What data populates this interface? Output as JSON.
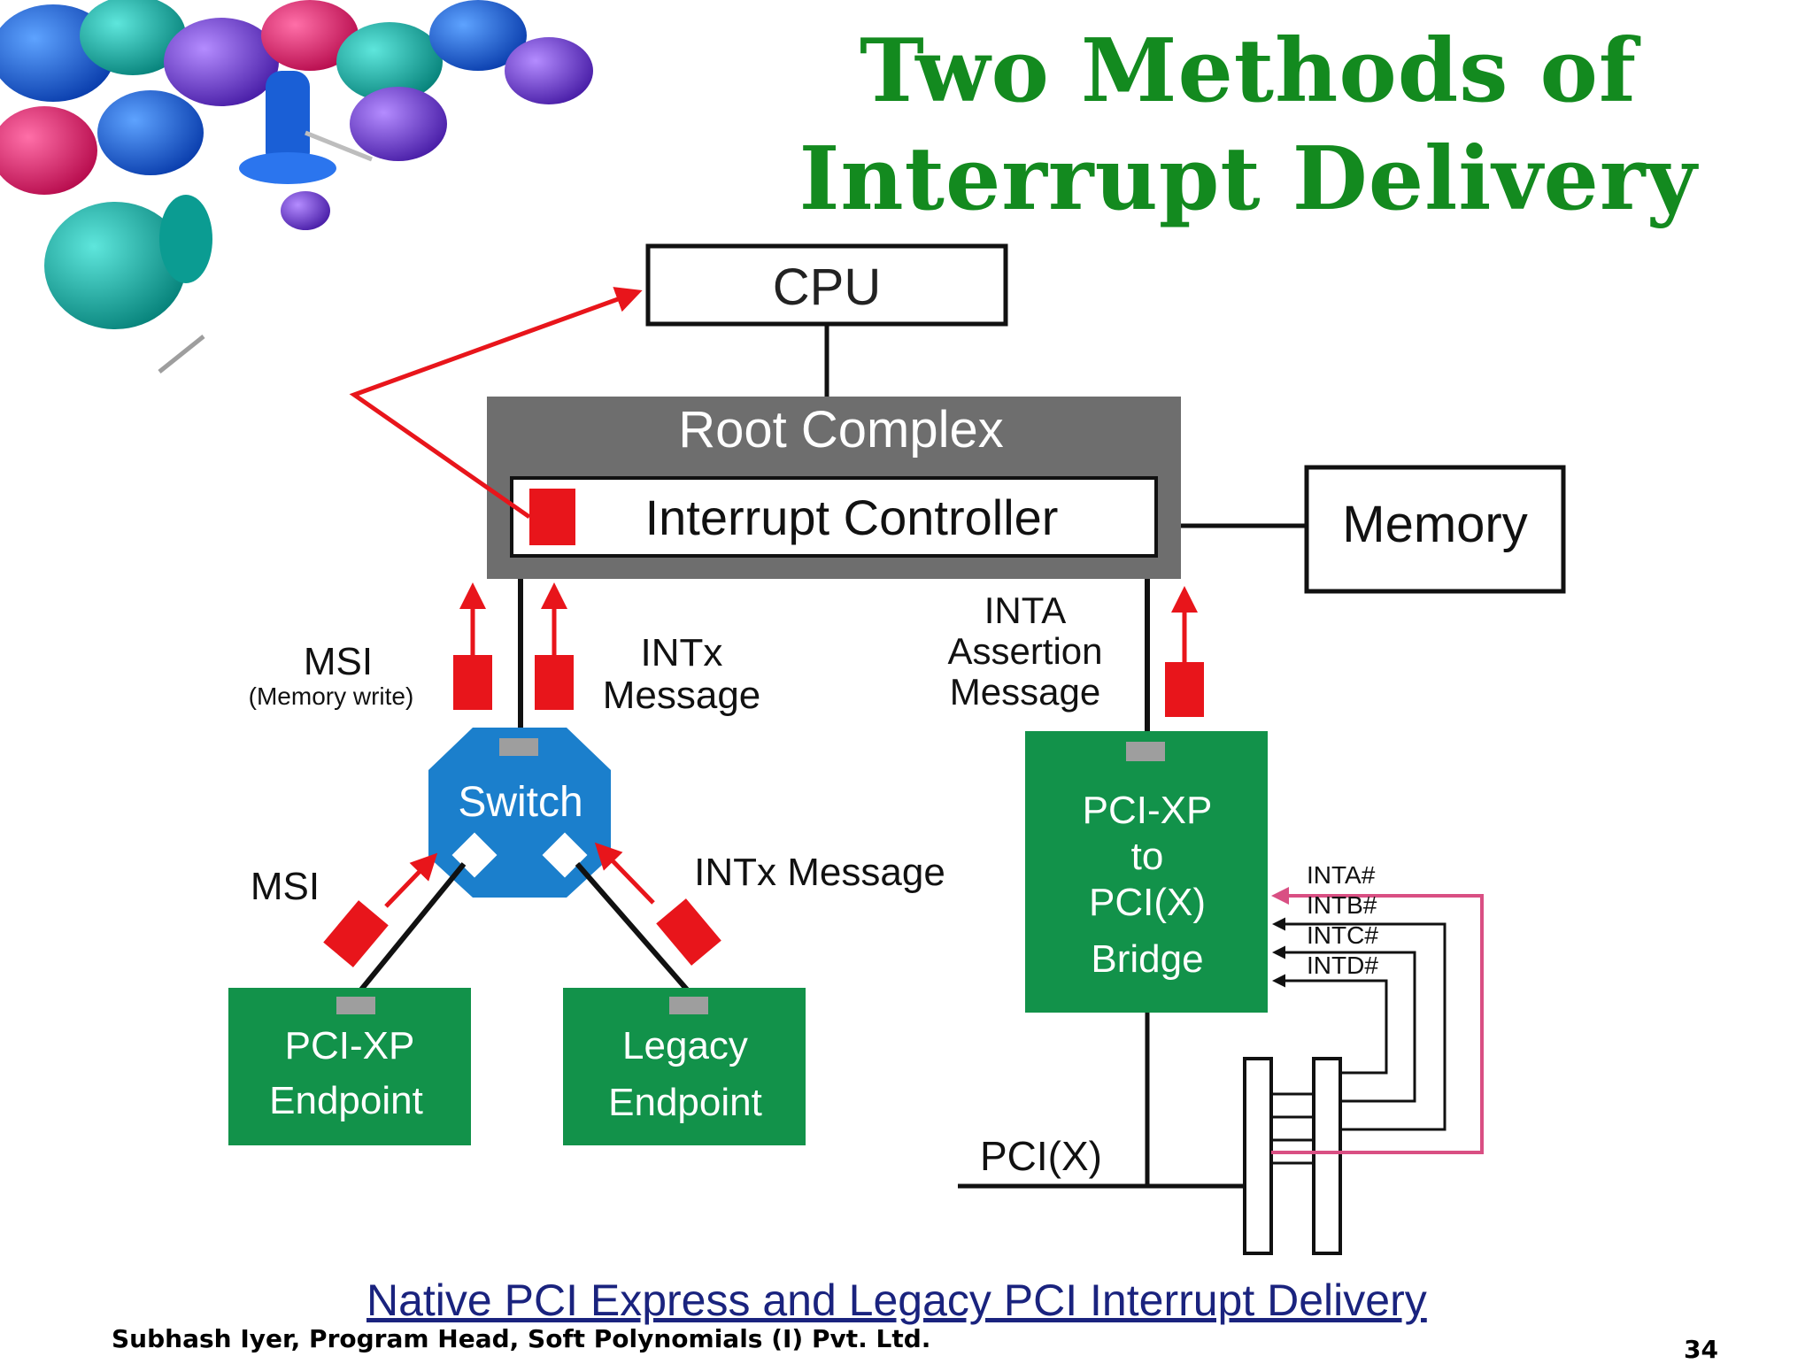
{
  "slide": {
    "title_line1": "Two Methods of",
    "title_line2": "Interrupt Delivery",
    "caption": "Native PCI Express and Legacy PCI Interrupt Delivery",
    "footer": "Subhash Iyer, Program Head, Soft Polynomials (I) Pvt. Ltd.",
    "page_number": "34"
  },
  "diagram": {
    "cpu": "CPU",
    "root_complex": "Root Complex",
    "interrupt_controller": "Interrupt Controller",
    "memory": "Memory",
    "msi_top": "MSI",
    "msi_top_sub": "(Memory write)",
    "intx_msg_1": "INTx",
    "intx_msg_2": "Message",
    "inta_1": "INTA",
    "inta_2": "Assertion",
    "inta_3": "Message",
    "switch": "Switch",
    "msi_left": "MSI",
    "intx_message_right": "INTx Message",
    "pcixp_endpoint_1": "PCI-XP",
    "pcixp_endpoint_2": "Endpoint",
    "legacy_endpoint_1": "Legacy",
    "legacy_endpoint_2": "Endpoint",
    "bridge_1": "PCI-XP",
    "bridge_2": "to",
    "bridge_3": "PCI(X)",
    "bridge_4": "Bridge",
    "inta_pin": "INTA#",
    "intb_pin": "INTB#",
    "intc_pin": "INTC#",
    "intd_pin": "INTD#",
    "pcix_bus": "PCI(X)"
  },
  "colors": {
    "title_green": "#138a1f",
    "box_green": "#12924a",
    "root_gray": "#6e6e6e",
    "switch_blue": "#1b7fcc",
    "packet_red": "#e8151b",
    "pin_pink": "#d94f83",
    "link_blue": "#1a237e"
  }
}
